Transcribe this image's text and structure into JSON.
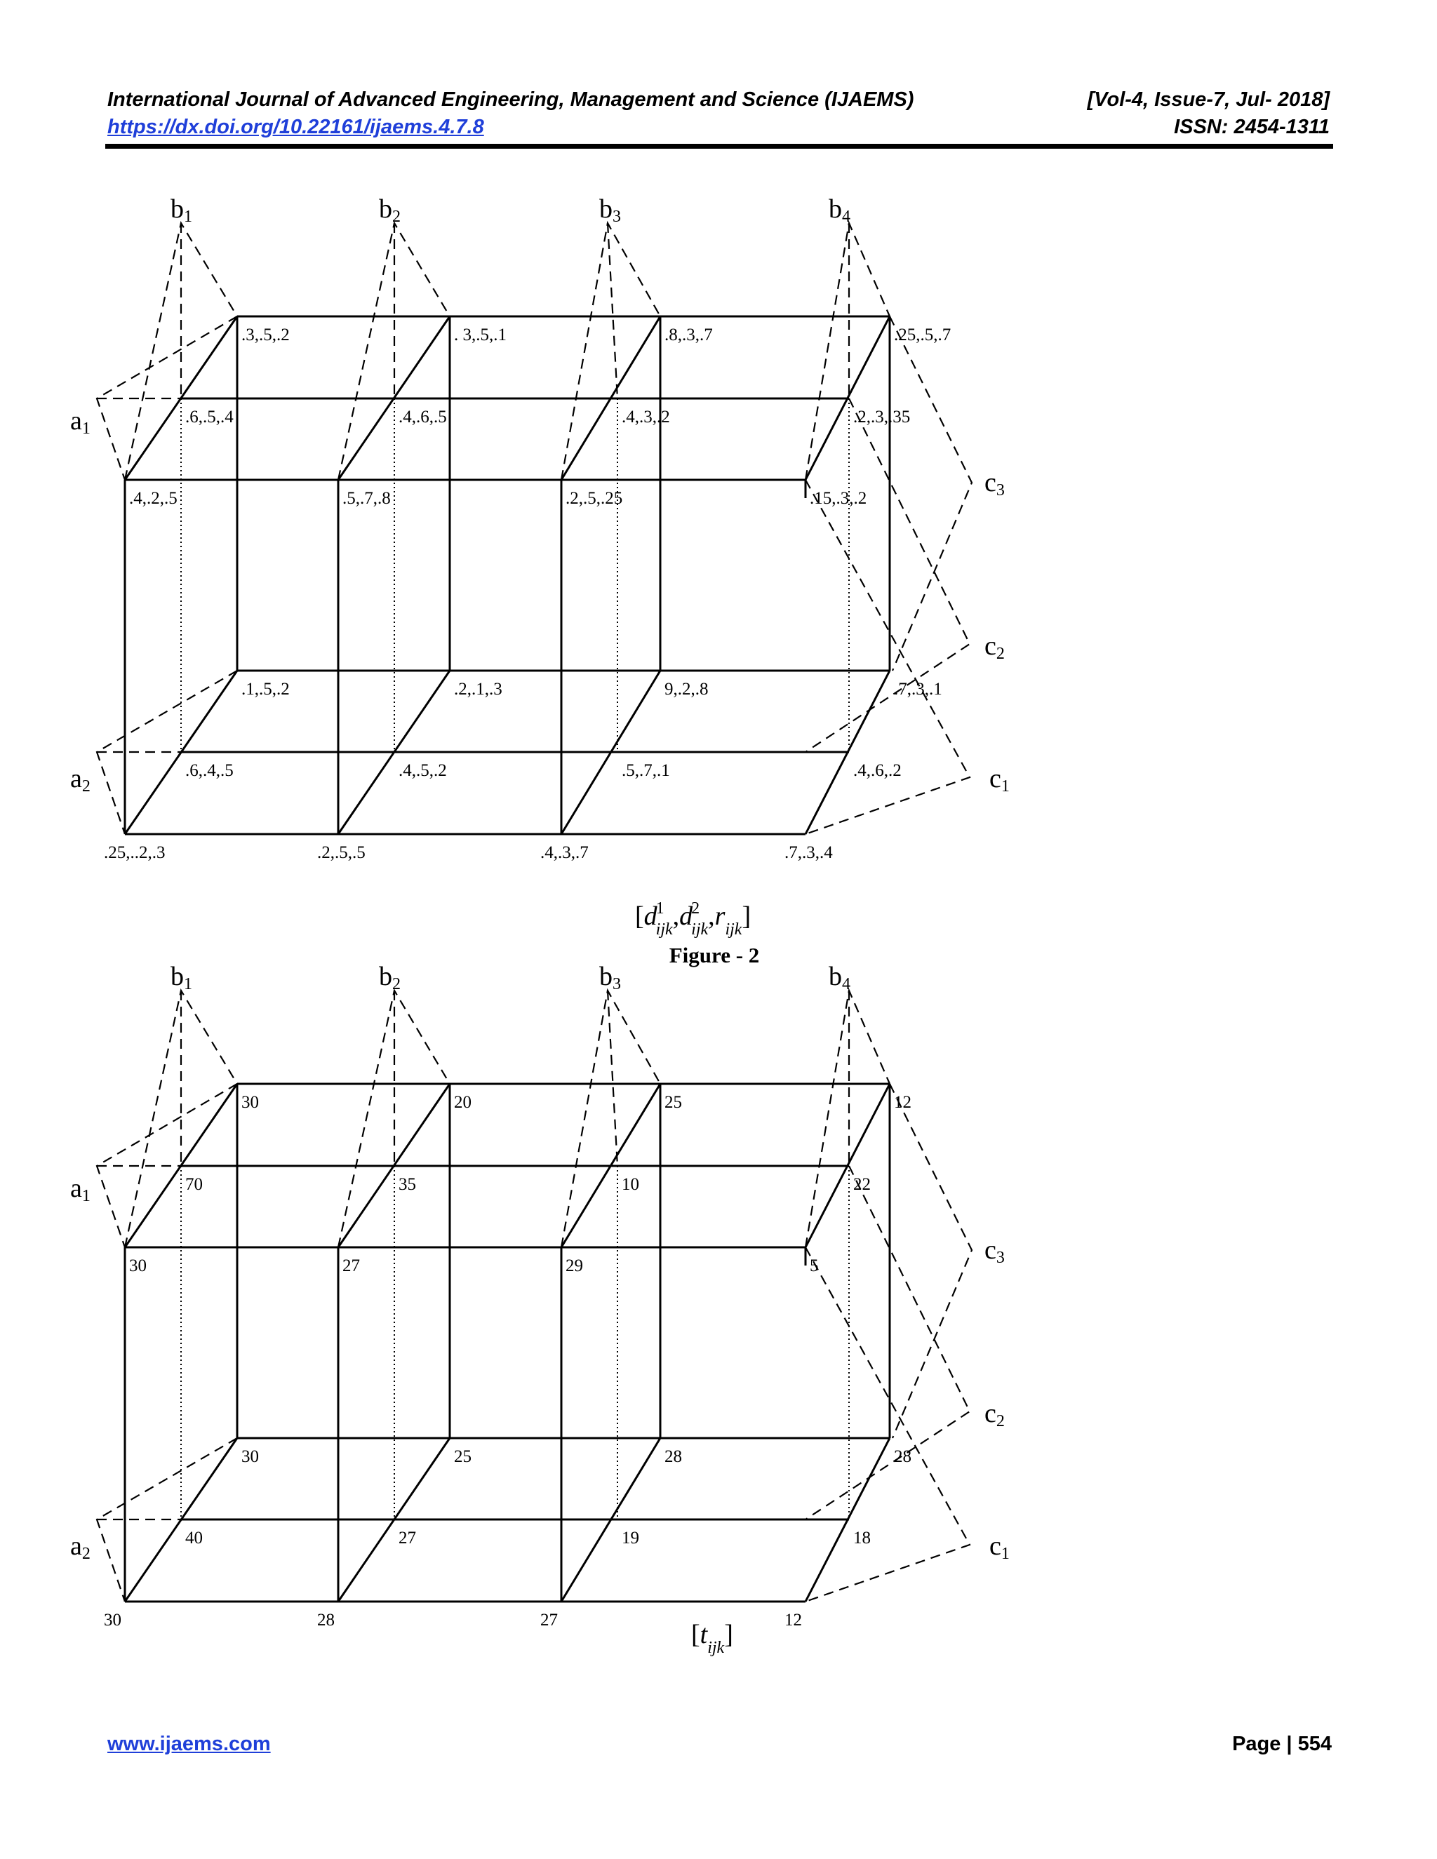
{
  "header": {
    "journal": "International Journal of Advanced Engineering, Management and Science (IJAEMS)",
    "doi": "https://dx.doi.org/10.22161/ijaems.4.7.8",
    "volume": "[Vol-4, Issue-7, Jul- 2018]",
    "issn": "ISSN: 2454-1311"
  },
  "footer": {
    "website": "www.ijaems.com",
    "page": "Page | 554"
  },
  "figure_caption": "Figure - 2",
  "diagrams": [
    {
      "formula": {
        "open": "[",
        "d1": "d",
        "d1_sup": "1",
        "d1_sub": "ijk",
        "comma1": ",",
        "d2": "d",
        "d2_sup": "2",
        "d2_sub": "ijk",
        "comma2": ",",
        "r": "r",
        "r_sub": "ijk",
        "close": "]"
      },
      "b_labels": [
        {
          "main": "b",
          "sub": "1"
        },
        {
          "main": "b",
          "sub": "2"
        },
        {
          "main": "b",
          "sub": "3"
        },
        {
          "main": "b",
          "sub": "4"
        }
      ],
      "a_labels": [
        {
          "main": "a",
          "sub": "1"
        },
        {
          "main": "a",
          "sub": "2"
        }
      ],
      "c_labels": [
        {
          "main": "c",
          "sub": "3"
        },
        {
          "main": "c",
          "sub": "2"
        },
        {
          "main": "c",
          "sub": "1"
        }
      ],
      "values": {
        "top_back": [
          ".3,.5,.2",
          ". 3,.5,.1",
          ".8,.3,.7",
          ".25,.5,.7"
        ],
        "top_mid": [
          ".6,.5,.4",
          ".4,.6,.5",
          ".4,.3,.2",
          ".2,.3,.35"
        ],
        "top_front": [
          ".4,.2,.5",
          ".5,.7,.8",
          ".2,.5,.25",
          ".15,.3,.2"
        ],
        "bot_back": [
          ".1,.5,.2",
          ".2,.1,.3",
          "9,.2,.8",
          ".7,.3,.1"
        ],
        "bot_mid": [
          ".6,.4,.5",
          ".4,.5,.2",
          ".5,.7,.1",
          ".4,.6,.2"
        ],
        "bot_front": [
          ".25,..2,.3",
          ".2,.5,.5",
          ".4,.3,.7",
          ".7,.3,.4"
        ]
      }
    },
    {
      "formula": {
        "open": "[",
        "t": "t",
        "t_sub": "ijk",
        "close": "]"
      },
      "b_labels": [
        {
          "main": "b",
          "sub": "1"
        },
        {
          "main": "b",
          "sub": "2"
        },
        {
          "main": "b",
          "sub": "3"
        },
        {
          "main": "b",
          "sub": "4"
        }
      ],
      "a_labels": [
        {
          "main": "a",
          "sub": "1"
        },
        {
          "main": "a",
          "sub": "2"
        }
      ],
      "c_labels": [
        {
          "main": "c",
          "sub": "3"
        },
        {
          "main": "c",
          "sub": "2"
        },
        {
          "main": "c",
          "sub": "1"
        }
      ],
      "values": {
        "top_back": [
          "30",
          "20",
          "25",
          "12"
        ],
        "top_mid": [
          "70",
          "35",
          "10",
          "22"
        ],
        "top_front": [
          "30",
          "27",
          "29",
          "5"
        ],
        "bot_back": [
          "30",
          "25",
          "28",
          "28"
        ],
        "bot_mid": [
          "40",
          "27",
          "19",
          "18"
        ],
        "bot_front": [
          "30",
          "28",
          "27",
          "12"
        ]
      }
    }
  ]
}
